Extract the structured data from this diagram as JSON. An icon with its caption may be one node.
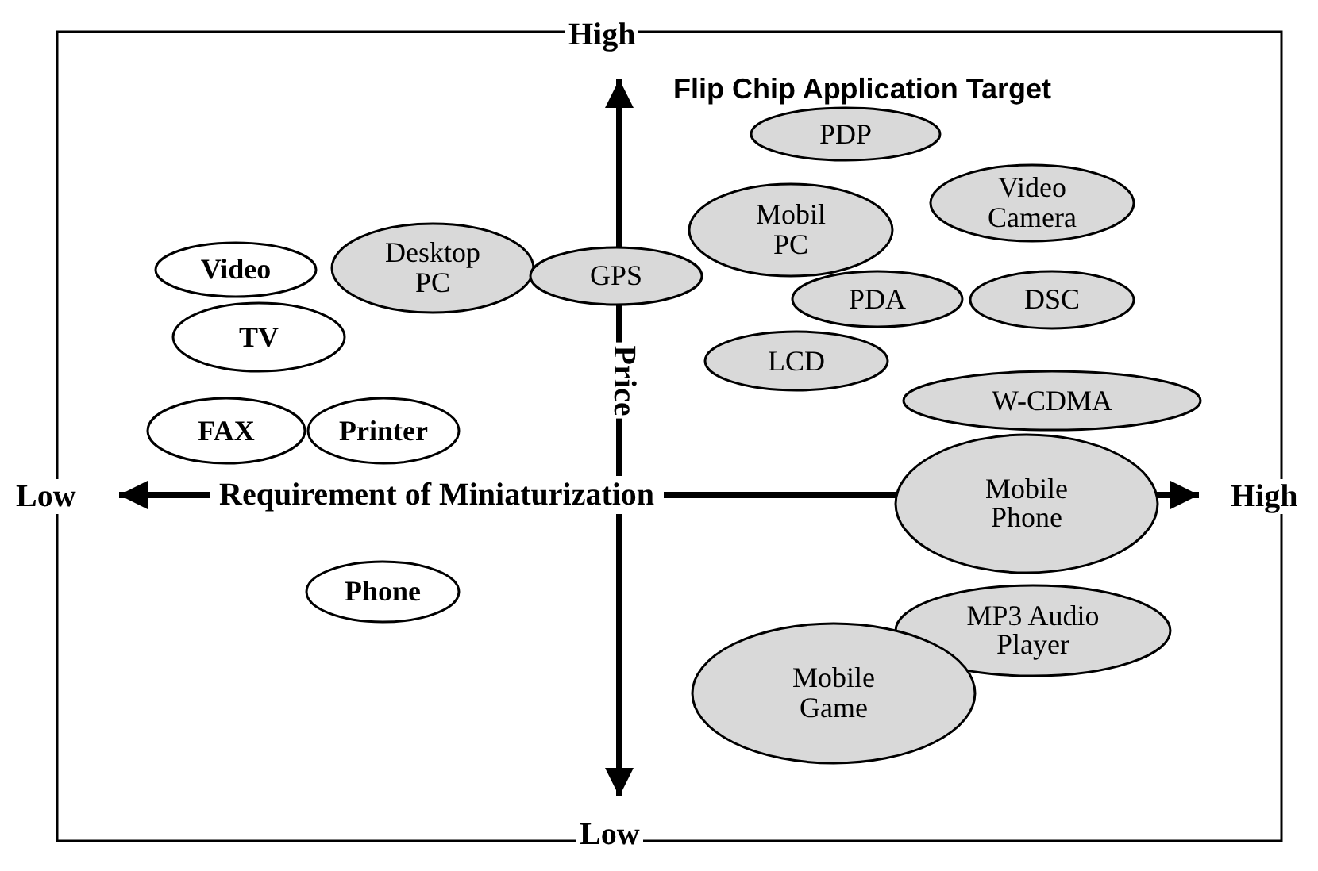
{
  "diagram": {
    "title": "Flip Chip Application Target",
    "nodes": [
      {
        "text": [
          "PDP"
        ]
      },
      {
        "text": [
          "Mobil PC"
        ]
      },
      {
        "text": [
          "Video Camera"
        ]
      },
      {
        "text": [
          "Video"
        ]
      },
      {
        "text": [
          "Desktop PC"
        ]
      },
      {
        "text": [
          "GPS"
        ]
      },
      {
        "text": [
          "PDA"
        ]
      },
      {
        "text": [
          "DSC"
        ]
      },
      {
        "text": [
          "TV"
        ]
      },
      {
        "text": [
          "LCD"
        ]
      },
      {
        "text": [
          "W-CDMA"
        ]
      },
      {
        "text": [
          "FAX"
        ]
      },
      {
        "text": [
          "Printer"
        ]
      },
      {
        "text": [
          "Mobile Phone"
        ]
      },
      {
        "text": [
          "Phone"
        ]
      },
      {
        "text": [
          "MP3 Audio Player"
        ]
      },
      {
        "text": [
          "Mobile Game"
        ]
      }
    ],
    "labels": [
      "High",
      "Price",
      "Low",
      "Requirement of Miniaturization",
      "High",
      "Low"
    ]
  }
}
